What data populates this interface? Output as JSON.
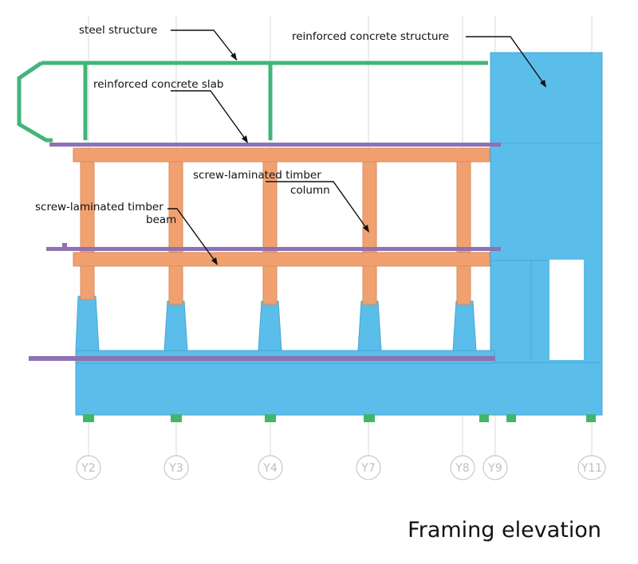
{
  "title": "Framing elevation",
  "labels": {
    "steel_structure": "steel structure",
    "rc_structure": "reinforced concrete structure",
    "rc_slab": "reinforced concrete slab",
    "slt_column_line1": "screw-laminated timber",
    "slt_column_line2": "column",
    "slt_beam_line1": "screw-laminated timber",
    "slt_beam_line2": "beam"
  },
  "gridlines": [
    "Y2",
    "Y3",
    "Y4",
    "Y7",
    "Y8",
    "Y9",
    "Y11"
  ],
  "colors": {
    "concrete": "#5bbde9",
    "concrete_edge": "#4aa6d6",
    "timber": "#f1a170",
    "timber_edge": "#d98a58",
    "slab": "#8e72b3",
    "steel": "#42b57a",
    "footing": "#41b66b",
    "grid": "#d4d4d4",
    "leader": "#111111"
  }
}
